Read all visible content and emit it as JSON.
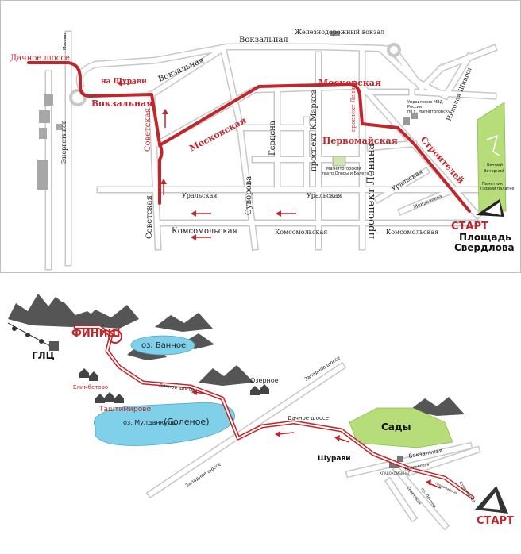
{
  "map1": {
    "streets": {
      "zheleznodorozhny_vokzal": "Железнодорожный вокзал",
      "vokzalnaya_top": "Вокзальная",
      "vokzalnaya_diag": "Вокзальная",
      "vokzalnaya_red": "Вокзальная",
      "dachnoe_shosse": "Дачное шоссе",
      "na_shuravi": "на Шурави",
      "moskovskaya_top": "Московская",
      "moskovskaya_diag": "Московская",
      "pervomayskaya": "Первомайская",
      "stroiteley": "Строителей",
      "sovetskaya_red": "Советская",
      "sovetskaya_bottom": "Советская",
      "gertsena": "Герцена",
      "prospekt_karla_marksa": "проспект К.Маркса",
      "prospekt_lenina_small": "проспект Ленина",
      "prospekt_lenina_big": "проспект Ленина",
      "suvorova": "Суворова",
      "uralskaya_left": "Уральская",
      "uralskaya_mid": "Уральская",
      "uralskaya_right": "Уральская",
      "komsomolskaya_left": "Комсомольская",
      "komsomolskaya_mid": "Комсомольская",
      "komsomolskaya_right": "Комсомольская",
      "energetikov": "Энергетиков",
      "mokhovaya": "Моховая",
      "nikolaya_shishki": "Николая Шишки",
      "mendeleeva": "Менделеева"
    },
    "buildings": {
      "mvd_line1": "Управление МВД",
      "mvd_line2": "России",
      "mvd_line3": "по г. Магнитогорску",
      "theatre_line1": "Магнитогорский",
      "theatre_line2": "театр Оперы и Балета",
      "park_line1": "Вечный",
      "park_line2": "Вечерний",
      "park_line3": "Памятник",
      "park_line4": "Первой палатке"
    },
    "start": {
      "label": "СТАРТ",
      "place_line1": "Площадь",
      "place_line2": "Свердлова"
    }
  },
  "map2": {
    "finish": "ФИНИШ",
    "glts": "ГЛЦ",
    "lake_bannoe": "оз. Банное",
    "lake_muldakul": "оз. Мулданкуль",
    "lake_solenoe": "(Соленое)",
    "ozernoe": "Озерное",
    "zapadnoe_shosse_top": "Западное шоссе",
    "zapadnoe_shosse_bottom": "Западное шоссе",
    "dachnoe_shosse_1": "Дачное шоссе",
    "dachnoe_shosse_2": "Дачное шоссе",
    "elimbetovo": "Елимбетово",
    "tashtimirovo": "Таштимирово",
    "sady": "Сады",
    "shuravi": "Шурави",
    "vokzalnaya": "Вокзальная",
    "moskovskaya": "Московская",
    "khladokombinat": "ХЛАДОКОМБИНАТ",
    "sovetskaya": "Советская",
    "pr_lenina": "пр. Ленина",
    "pervomayskaya": "Первомайская",
    "stroiteley": "Строителей",
    "start": "СТАРТ"
  },
  "colors": {
    "route": "#c0272d",
    "road": "#c8c8c8",
    "park": "#b7dd7a",
    "lake": "#7fd0e8",
    "mountain": "#666666"
  }
}
